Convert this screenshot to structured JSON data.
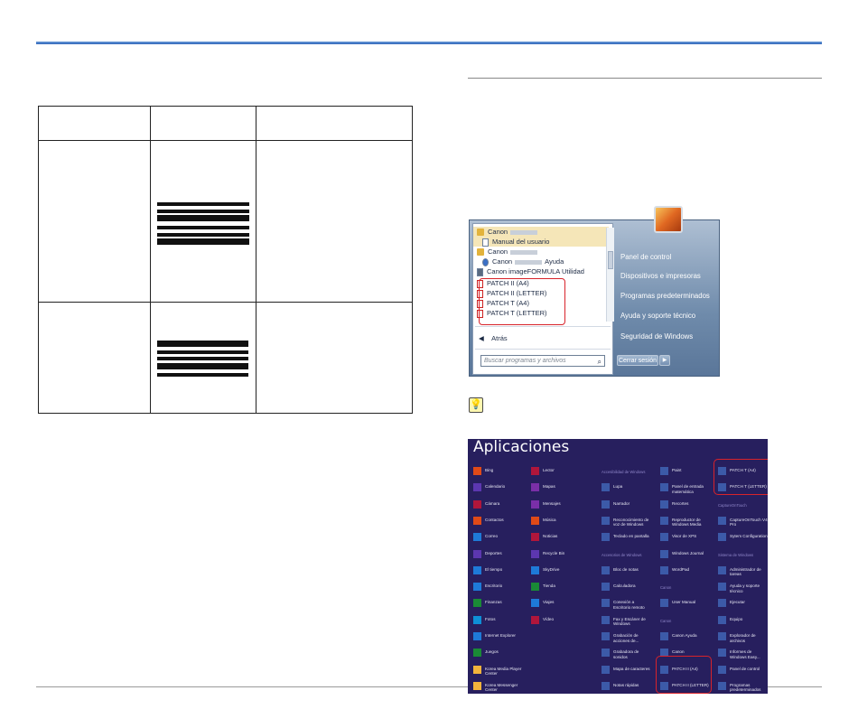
{
  "windows7_menu": {
    "left_items": [
      {
        "label": "Canon",
        "icon": "folder-icon",
        "selected": true
      },
      {
        "label": "Manual del usuario",
        "icon": "document-icon",
        "selected": true
      },
      {
        "label": "Canon",
        "icon": "folder-icon",
        "selected": false
      },
      {
        "label": "Canon",
        "suffix": "Ayuda",
        "icon": "help-icon",
        "selected": false
      },
      {
        "label": "Canon imageFORMULA Utilidad",
        "icon": "app-icon",
        "selected": false
      },
      {
        "label": "PATCH II (A4)",
        "icon": "pdf-icon",
        "selected": false
      },
      {
        "label": "PATCH II (LETTER)",
        "icon": "pdf-icon",
        "selected": false
      },
      {
        "label": "PATCH T (A4)",
        "icon": "pdf-icon",
        "selected": false
      },
      {
        "label": "PATCH T (LETTER)",
        "icon": "pdf-icon",
        "selected": false
      }
    ],
    "back_label": "Atrás",
    "search_placeholder": "Buscar programas y archivos",
    "right_items": [
      "Panel de control",
      "Dispositivos e impresoras",
      "Programas predeterminados",
      "Ayuda y soporte técnico",
      "Seguridad de Windows"
    ],
    "shutdown_label": "Cerrar sesión"
  },
  "windows8_apps": {
    "title": "Aplicaciones",
    "columns": [
      [
        {
          "label": "Bing",
          "color": "#e04a18",
          "icon": "bing-icon"
        },
        {
          "label": "Calendario",
          "color": "#5c37b0",
          "icon": "calendar-icon"
        },
        {
          "label": "Cámara",
          "color": "#b0163b",
          "icon": "camera-icon"
        },
        {
          "label": "Contactos",
          "color": "#e04a18",
          "icon": "people-icon"
        },
        {
          "label": "Correo",
          "color": "#1e7ad8",
          "icon": "mail-icon"
        },
        {
          "label": "Deportes",
          "color": "#5c37b0",
          "icon": "trophy-icon"
        },
        {
          "label": "El tiempo",
          "color": "#1e7ad8",
          "icon": "weather-icon"
        },
        {
          "label": "Escritorio",
          "color": "#1e7ad8",
          "icon": "desktop-icon"
        },
        {
          "label": "Finanzas",
          "color": "#1a8a36",
          "icon": "finance-icon"
        },
        {
          "label": "Fotos",
          "color": "#0e8fd6",
          "icon": "photos-icon"
        },
        {
          "label": "Internet Explorer",
          "color": "#1e7ad8",
          "icon": "ie-icon"
        },
        {
          "label": "Juegos",
          "color": "#1a8a36",
          "icon": "games-icon"
        },
        {
          "label": "Korea Media Player Center",
          "color": "#f2b43c",
          "icon": "folder-icon"
        },
        {
          "label": "Korea Messenger Center",
          "color": "#f2b43c",
          "icon": "folder-icon"
        }
      ],
      [
        {
          "label": "Lector",
          "color": "#b0163b",
          "icon": "reader-icon"
        },
        {
          "label": "Mapas",
          "color": "#7a2fa8",
          "icon": "maps-icon"
        },
        {
          "label": "Mensajes",
          "color": "#7a2fa8",
          "icon": "messages-icon"
        },
        {
          "label": "Música",
          "color": "#e04a18",
          "icon": "music-icon"
        },
        {
          "label": "Noticias",
          "color": "#b0163b",
          "icon": "news-icon"
        },
        {
          "label": "Recycle Bin",
          "color": "#5c37b0",
          "icon": "recycle-bin-icon"
        },
        {
          "label": "SkyDrive",
          "color": "#1e7ad8",
          "icon": "skydrive-icon"
        },
        {
          "label": "Tienda",
          "color": "#1a8a36",
          "icon": "store-icon"
        },
        {
          "label": "Viajes",
          "color": "#1e7ad8",
          "icon": "travel-icon"
        },
        {
          "label": "Vídeo",
          "color": "#b0163b",
          "icon": "video-icon"
        }
      ],
      [
        {
          "header": "Accesibilidad de Windows"
        },
        {
          "label": "Lupa",
          "color": "#3c5aa8",
          "icon": "magnifier-icon"
        },
        {
          "label": "Narrador",
          "color": "#3c5aa8",
          "icon": "narrator-icon"
        },
        {
          "label": "Reconocimiento de voz de Windows",
          "color": "#3c5aa8",
          "icon": "microphone-icon"
        },
        {
          "label": "Teclado en pantalla",
          "color": "#3c5aa8",
          "icon": "keyboard-icon"
        },
        {
          "header": "Accesorios de Windows"
        },
        {
          "label": "Bloc de notas",
          "color": "#3c5aa8",
          "icon": "notepad-icon"
        },
        {
          "label": "Calculadora",
          "color": "#3c5aa8",
          "icon": "calculator-icon"
        },
        {
          "label": "Conexión a Escritorio remoto",
          "color": "#3c5aa8",
          "icon": "remote-desktop-icon"
        },
        {
          "label": "Fax y Escáner de Windows",
          "color": "#3c5aa8",
          "icon": "fax-icon"
        },
        {
          "label": "Grabación de acciones de...",
          "color": "#3c5aa8",
          "icon": "steps-recorder-icon"
        },
        {
          "label": "Grabadora de sonidos",
          "color": "#3c5aa8",
          "icon": "sound-recorder-icon"
        },
        {
          "label": "Mapa de caracteres",
          "color": "#3c5aa8",
          "icon": "charmap-icon"
        },
        {
          "label": "Notas rápidas",
          "color": "#3c5aa8",
          "icon": "sticky-notes-icon"
        }
      ],
      [
        {
          "label": "Paint",
          "color": "#3c5aa8",
          "icon": "paint-icon"
        },
        {
          "label": "Panel de entrada matemática",
          "color": "#3c5aa8",
          "icon": "math-input-icon"
        },
        {
          "label": "Recortes",
          "color": "#3c5aa8",
          "icon": "snipping-icon"
        },
        {
          "label": "Reproductor de Windows Media",
          "color": "#3c5aa8",
          "icon": "media-player-icon"
        },
        {
          "label": "Visor de XPS",
          "color": "#3c5aa8",
          "icon": "xps-icon"
        },
        {
          "label": "Windows Journal",
          "color": "#3c5aa8",
          "icon": "journal-icon"
        },
        {
          "label": "WordPad",
          "color": "#3c5aa8",
          "icon": "wordpad-icon"
        },
        {
          "header": "Canon"
        },
        {
          "label": "User Manual",
          "color": "#3c5aa8",
          "icon": "document-icon"
        },
        {
          "header": "Canon"
        },
        {
          "label": "Canon Ayuda",
          "color": "#3c5aa8",
          "icon": "help-icon"
        },
        {
          "label": "Canon",
          "color": "#3c5aa8",
          "icon": "app-icon"
        },
        {
          "label": "PATCH II (A4)",
          "color": "#3c5aa8",
          "icon": "document-icon"
        },
        {
          "label": "PATCH II (LETTER)",
          "color": "#3c5aa8",
          "icon": "document-icon"
        }
      ],
      [
        {
          "label": "PATCH T (A4)",
          "color": "#3c5aa8",
          "icon": "document-icon"
        },
        {
          "label": "PATCH T (LETTER)",
          "color": "#3c5aa8",
          "icon": "document-icon"
        },
        {
          "header": "CaptureOnTouch"
        },
        {
          "label": "CaptureOnTouch V4 Pro",
          "color": "#3c5aa8",
          "icon": "scanner-icon"
        },
        {
          "label": "Sytem Configuration",
          "color": "#3c5aa8",
          "icon": "printer-icon"
        },
        {
          "header": "Sistema de Windows"
        },
        {
          "label": "Administrador de tareas",
          "color": "#3c5aa8",
          "icon": "task-manager-icon"
        },
        {
          "label": "Ayuda y soporte técnico",
          "color": "#3c5aa8",
          "icon": "help-icon"
        },
        {
          "label": "Ejecutar",
          "color": "#3c5aa8",
          "icon": "run-icon"
        },
        {
          "label": "Equipo",
          "color": "#3c5aa8",
          "icon": "computer-icon"
        },
        {
          "label": "Explorador de archivos",
          "color": "#3c5aa8",
          "icon": "explorer-icon"
        },
        {
          "label": "Informes de Windows Easy...",
          "color": "#3c5aa8",
          "icon": "easy-transfer-icon"
        },
        {
          "label": "Panel de control",
          "color": "#3c5aa8",
          "icon": "control-panel-icon"
        },
        {
          "label": "Programas predeterminados",
          "color": "#3c5aa8",
          "icon": "default-programs-icon"
        }
      ]
    ]
  }
}
